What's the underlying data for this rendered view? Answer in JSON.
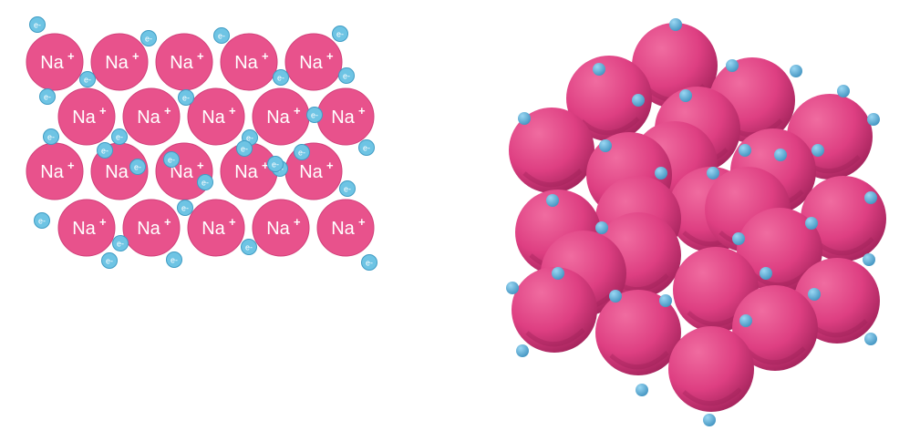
{
  "labels": {
    "ion": "Na",
    "ion_charge": "+",
    "electron": "e-"
  },
  "colors": {
    "ion_fill": "#e8528c",
    "ion_stroke": "#d23f79",
    "ion_text": "#ffffff",
    "electron_fill": "#6ec4e4",
    "electron_stroke": "#3f9cc4",
    "electron_text": "#ffffff",
    "sphere_light": "#f06ca0",
    "sphere_mid": "#de3f82",
    "sphere_dark": "#9c2057",
    "bead_light": "#9ad7f3",
    "bead_dark": "#3c8fbd"
  },
  "icons": {
    "ion": "sodium-ion-circle",
    "electron": "electron-dot",
    "sphere": "sodium-atom-sphere"
  },
  "lattice_2d": {
    "rows": 4,
    "ions_per_row": [
      5,
      5,
      5,
      5
    ],
    "electron_count": 30
  },
  "lattice_3d": {
    "sphere_count": 23,
    "electron_bead_count": 32
  }
}
